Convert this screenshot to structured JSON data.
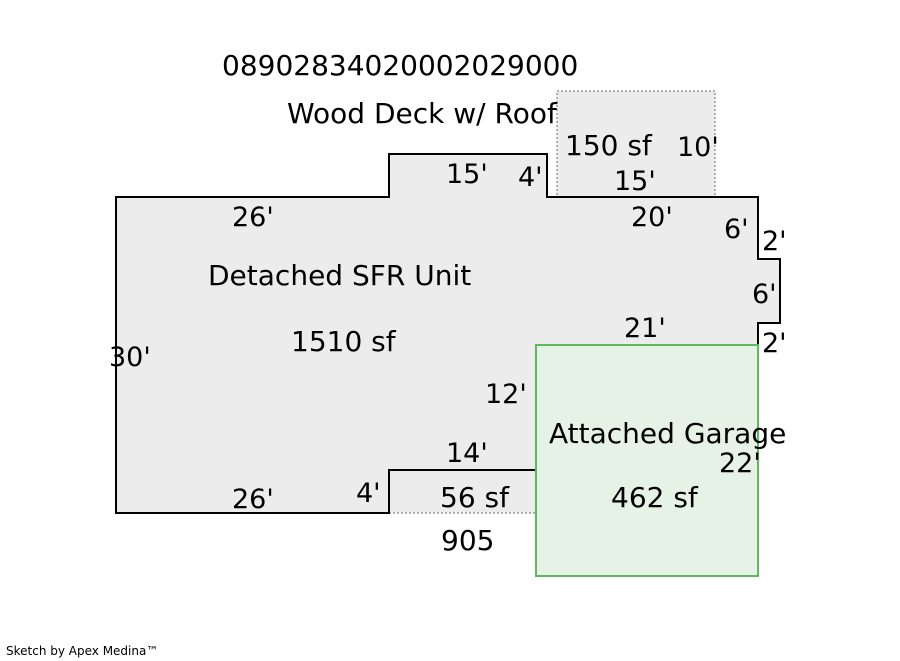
{
  "parcel_id": "08902834020002029000",
  "credit": "Sketch by Apex Medina™",
  "colors": {
    "house_fill": "#ececec",
    "house_stroke": "#000000",
    "garage_fill": "#e6f2e6",
    "garage_stroke": "#5fb85f",
    "deck_fill": "#ececec",
    "deck_stroke": "#9a9a9a"
  },
  "areas": {
    "wood_deck": {
      "name": "Wood Deck w/ Roof",
      "area": "150 sf"
    },
    "house": {
      "name": "Detached SFR Unit",
      "area": "1510 sf"
    },
    "garage": {
      "name": "Attached Garage",
      "area": "462 sf"
    },
    "porch": {
      "code": "905",
      "area": "56 sf"
    }
  },
  "dimensions": {
    "house_top_left": "26'",
    "house_bump_top": "15'",
    "house_bump_side": "4'",
    "house_top_right": "20'",
    "house_right_upper": "6'",
    "house_jog_upper": "2'",
    "house_jog_side": "6'",
    "house_jog_lower": "2'",
    "house_garage_top": "21'",
    "house_left": "30'",
    "house_garage_side": "12'",
    "house_notch_top": "14'",
    "house_bottom_left": "26'",
    "house_notch_side": "4'",
    "deck_side": "10'",
    "deck_bottom": "15'",
    "garage_side": "22'"
  }
}
